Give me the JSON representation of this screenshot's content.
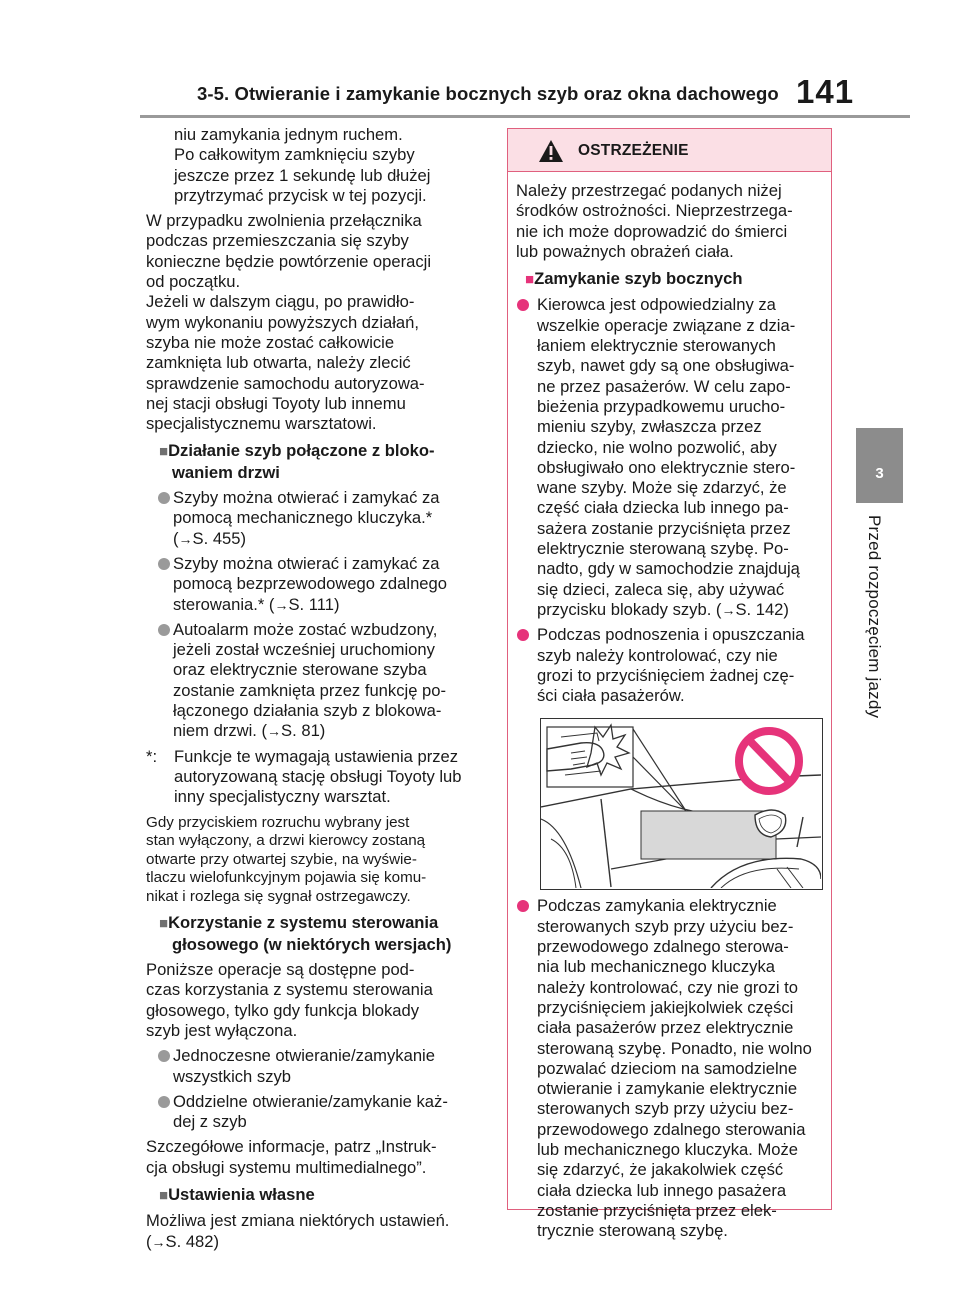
{
  "header": {
    "section_title": "3-5. Otwieranie i zamykanie bocznych szyb oraz okna dachowego",
    "page_number": "141"
  },
  "side_tab": {
    "chapter_number": "3",
    "chapter_title": "Przed rozpoczęciem jazdy"
  },
  "left_column": {
    "continuation": [
      "niu zamykania jednym ruchem.",
      "Po całkowitym zamknięciu szyby",
      "jeszcze przez 1 sekundę lub dłużej",
      "przytrzymać przycisk w tej pozycji."
    ],
    "para_release": [
      "W przypadku zwolnienia przełącznika",
      "podczas przemieszczania się szyby",
      "konieczne będzie powtórzenie operacji",
      "od początku.",
      "Jeżeli w dalszym ciągu, po prawidło-",
      "wym wykonaniu powyższych działań,",
      "szyba nie może zostać całkowicie",
      "zamknięta lub otwarta, należy zlecić",
      "sprawdzenie samochodu autoryzowa-",
      "nej stacji obsługi Toyoty lub innemu",
      "specjalistycznemu warsztatowi."
    ],
    "heading_door_lock": [
      "Działanie szyb połączone z bloko-",
      "waniem drzwi"
    ],
    "bullet_mech_key": [
      "Szyby można otwierać i zamykać za",
      "pomocą mechanicznego kluczyka.*",
      "(",
      "S. 455)"
    ],
    "bullet_remote": [
      "Szyby można otwierać i zamykać za",
      "pomocą bezprzewodowego zdalnego",
      "sterowania.* (",
      "S. 111)"
    ],
    "bullet_alarm": [
      "Autoalarm może zostać wzbudzony,",
      "jeżeli został wcześniej uruchomiony",
      "oraz elektrycznie sterowane szyba",
      "zostanie zamknięta przez funkcję po-",
      "łączonego działania szyb z blokowa-",
      "niem drzwi. (",
      "S. 81)"
    ],
    "footnote_mark": "*:",
    "footnote": [
      "Funkcje te wymagają ustawienia przez",
      "autoryzowaną stację obsługi Toyoty lub",
      "inny specjalistyczny warsztat."
    ],
    "small_text": [
      "Gdy przyciskiem rozruchu wybrany jest",
      "stan wyłączony, a drzwi kierowcy zostaną",
      "otwarte przy otwartej szybie, na wyświe-",
      "tlaczu wielofunkcyjnym pojawia się komu-",
      "nikat i rozlega się sygnał ostrzegawczy."
    ],
    "heading_voice": [
      "Korzystanie z systemu sterowania",
      "głosowego (w niektórych wersjach)"
    ],
    "para_voice": [
      "Poniższe operacje są dostępne pod-",
      "czas korzystania z systemu sterowania",
      "głosowego, tylko gdy funkcja blokady",
      "szyb jest wyłączona."
    ],
    "bullet_all": [
      "Jednoczesne otwieranie/zamykanie",
      "wszystkich szyb"
    ],
    "bullet_each": [
      "Oddzielne otwieranie/zamykanie każ-",
      "dej z szyb"
    ],
    "para_details": [
      "Szczegółowe informacje, patrz „Instruk-",
      "cja obsługi systemu multimedialnego”."
    ],
    "heading_custom": [
      "Ustawienia własne"
    ],
    "para_custom": [
      "Możliwa jest zmiana niektórych ustawień.",
      "(",
      "S. 482)"
    ]
  },
  "warning": {
    "title": "OSTRZEŻENIE",
    "intro": [
      "Należy przestrzegać podanych niżej",
      "środków ostrożności. Nieprzestrzega-",
      "nie ich może doprowadzić do śmierci",
      "lub poważnych obrażeń ciała."
    ],
    "heading": "Zamykanie szyb bocznych",
    "bullet_driver": [
      "Kierowca jest odpowiedzialny za",
      "wszelkie operacje związane z dzia-",
      "łaniem elektrycznie sterowanych",
      "szyb, nawet gdy są one obsługiwa-",
      "ne przez pasażerów. W celu zapo-",
      "bieżenia przypadkowemu urucho-",
      "mieniu szyby, zwłaszcza przez",
      "dziecko, nie wolno pozwolić, aby",
      "obsługiwało ono elektrycznie stero-",
      "wane szyby. Może się zdarzyć, że",
      "część ciała dziecka lub innego pa-",
      "sażera zostanie przyciśnięta przez",
      "elektrycznie sterowaną szybę. Po-",
      "nadto, gdy w samochodzie znajdują",
      "się dzieci, zaleca się, aby używać",
      "przycisku blokady szyb. (",
      "S. 142)"
    ],
    "bullet_raise": [
      "Podczas podnoszenia i opuszczania",
      "szyb należy kontrolować, czy nie",
      "grozi to przyciśnięciem żadnej czę-",
      "ści ciała pasażerów."
    ],
    "bullet_remote_close": [
      "Podczas zamykania elektrycznie",
      "sterowanych szyb przy użyciu bez-",
      "przewodowego zdalnego sterowa-",
      "nia lub mechanicznego kluczyka",
      "należy kontrolować, czy nie grozi to",
      "przyciśnięciem jakiejkolwiek części",
      "ciała pasażerów przez elektrycznie",
      "sterowaną szybę. Ponadto, nie wolno",
      "pozwalać dzieciom na samodzielne",
      "otwieranie i zamykanie elektrycznie",
      "sterowanych szyb przy użyciu bez-",
      "przewodowego zdalnego sterowania",
      "lub mechanicznego kluczyka. Może",
      "się zdarzyć, że jakakolwiek część",
      "ciała dziecka lub innego pasażera",
      "zostanie przyciśnięta przez elek-",
      "trycznie sterowaną szybę."
    ]
  },
  "icons": {
    "warning": "warning-triangle-icon",
    "arrow": "→",
    "square": "■",
    "bullet": "bullet-dot"
  },
  "colors": {
    "warning_border": "#e0607e",
    "warning_header_bg": "#fbdfe5",
    "warning_bullet": "#e6337a",
    "side_tab": "#8c8c8c"
  }
}
